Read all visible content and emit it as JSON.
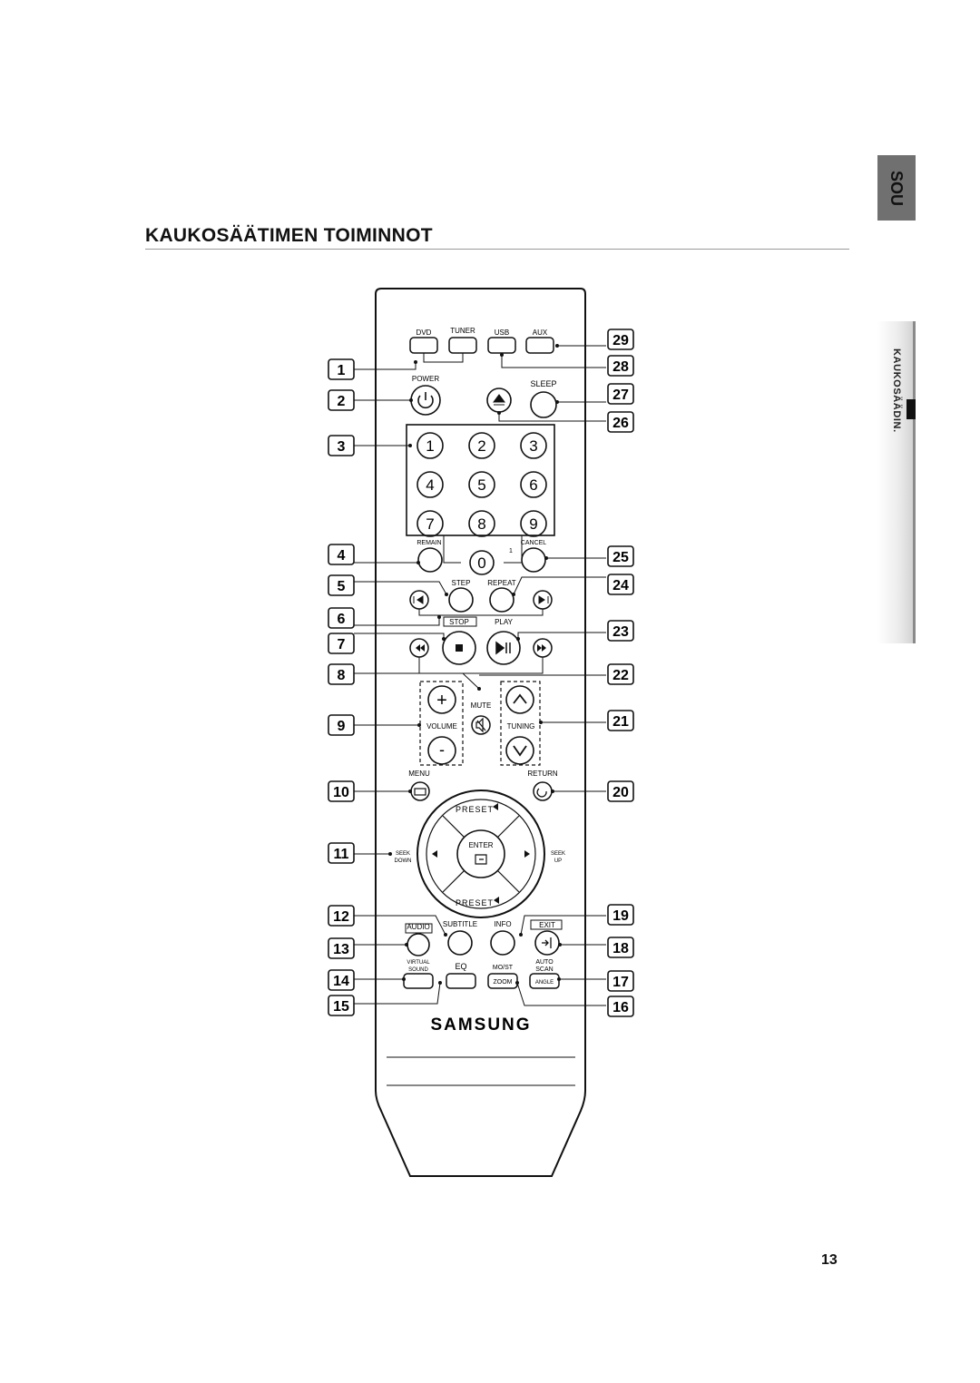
{
  "page": {
    "title": "KAUKOSÄÄTIMEN TOIMINNOT",
    "section_tab": "SOU",
    "side_label": "KAUKOSÄÄDIN.",
    "page_number": "13"
  },
  "remote": {
    "brand": "SAMSUNG",
    "labels": {
      "dvd": "DVD",
      "tuner": "TUNER",
      "usb": "USB",
      "aux": "AUX",
      "power": "POWER",
      "sleep": "SLEEP",
      "remain": "REMAIN",
      "cancel": "CANCEL",
      "tiny_one": "1",
      "step": "STEP",
      "repeat": "REPEAT",
      "stop": "STOP",
      "play": "PLAY",
      "mute": "MUTE",
      "volume": "VOLUME",
      "tuning": "TUNING",
      "menu": "MENU",
      "return": "RETURN",
      "preset_top": "PRESET",
      "preset_bottom": "PRESET",
      "enter": "ENTER",
      "seek_down_1": "SEEK",
      "seek_down_2": "DOWN",
      "seek_up_1": "SEEK",
      "seek_up_2": "UP",
      "audio": "AUDIO",
      "subtitle": "SUBTITLE",
      "info": "INFO",
      "exit": "EXIT",
      "virtual_1": "VIRTUAL",
      "virtual_2": "SOUND",
      "eq": "EQ",
      "mo_st": "MO/ST",
      "auto_1": "AUTO",
      "auto_2": "SCAN",
      "zoom": "ZOOM",
      "angle": "ANGLE",
      "plus": "+",
      "minus": "-"
    },
    "digits": [
      "1",
      "2",
      "3",
      "4",
      "5",
      "6",
      "7",
      "8",
      "9",
      "0"
    ]
  },
  "callouts": {
    "left": [
      "1",
      "2",
      "3",
      "4",
      "5",
      "6",
      "7",
      "8",
      "9",
      "10",
      "11",
      "12",
      "13",
      "14",
      "15"
    ],
    "right": [
      "29",
      "28",
      "27",
      "26",
      "25",
      "24",
      "23",
      "22",
      "21",
      "20",
      "19",
      "18",
      "17",
      "16"
    ]
  }
}
